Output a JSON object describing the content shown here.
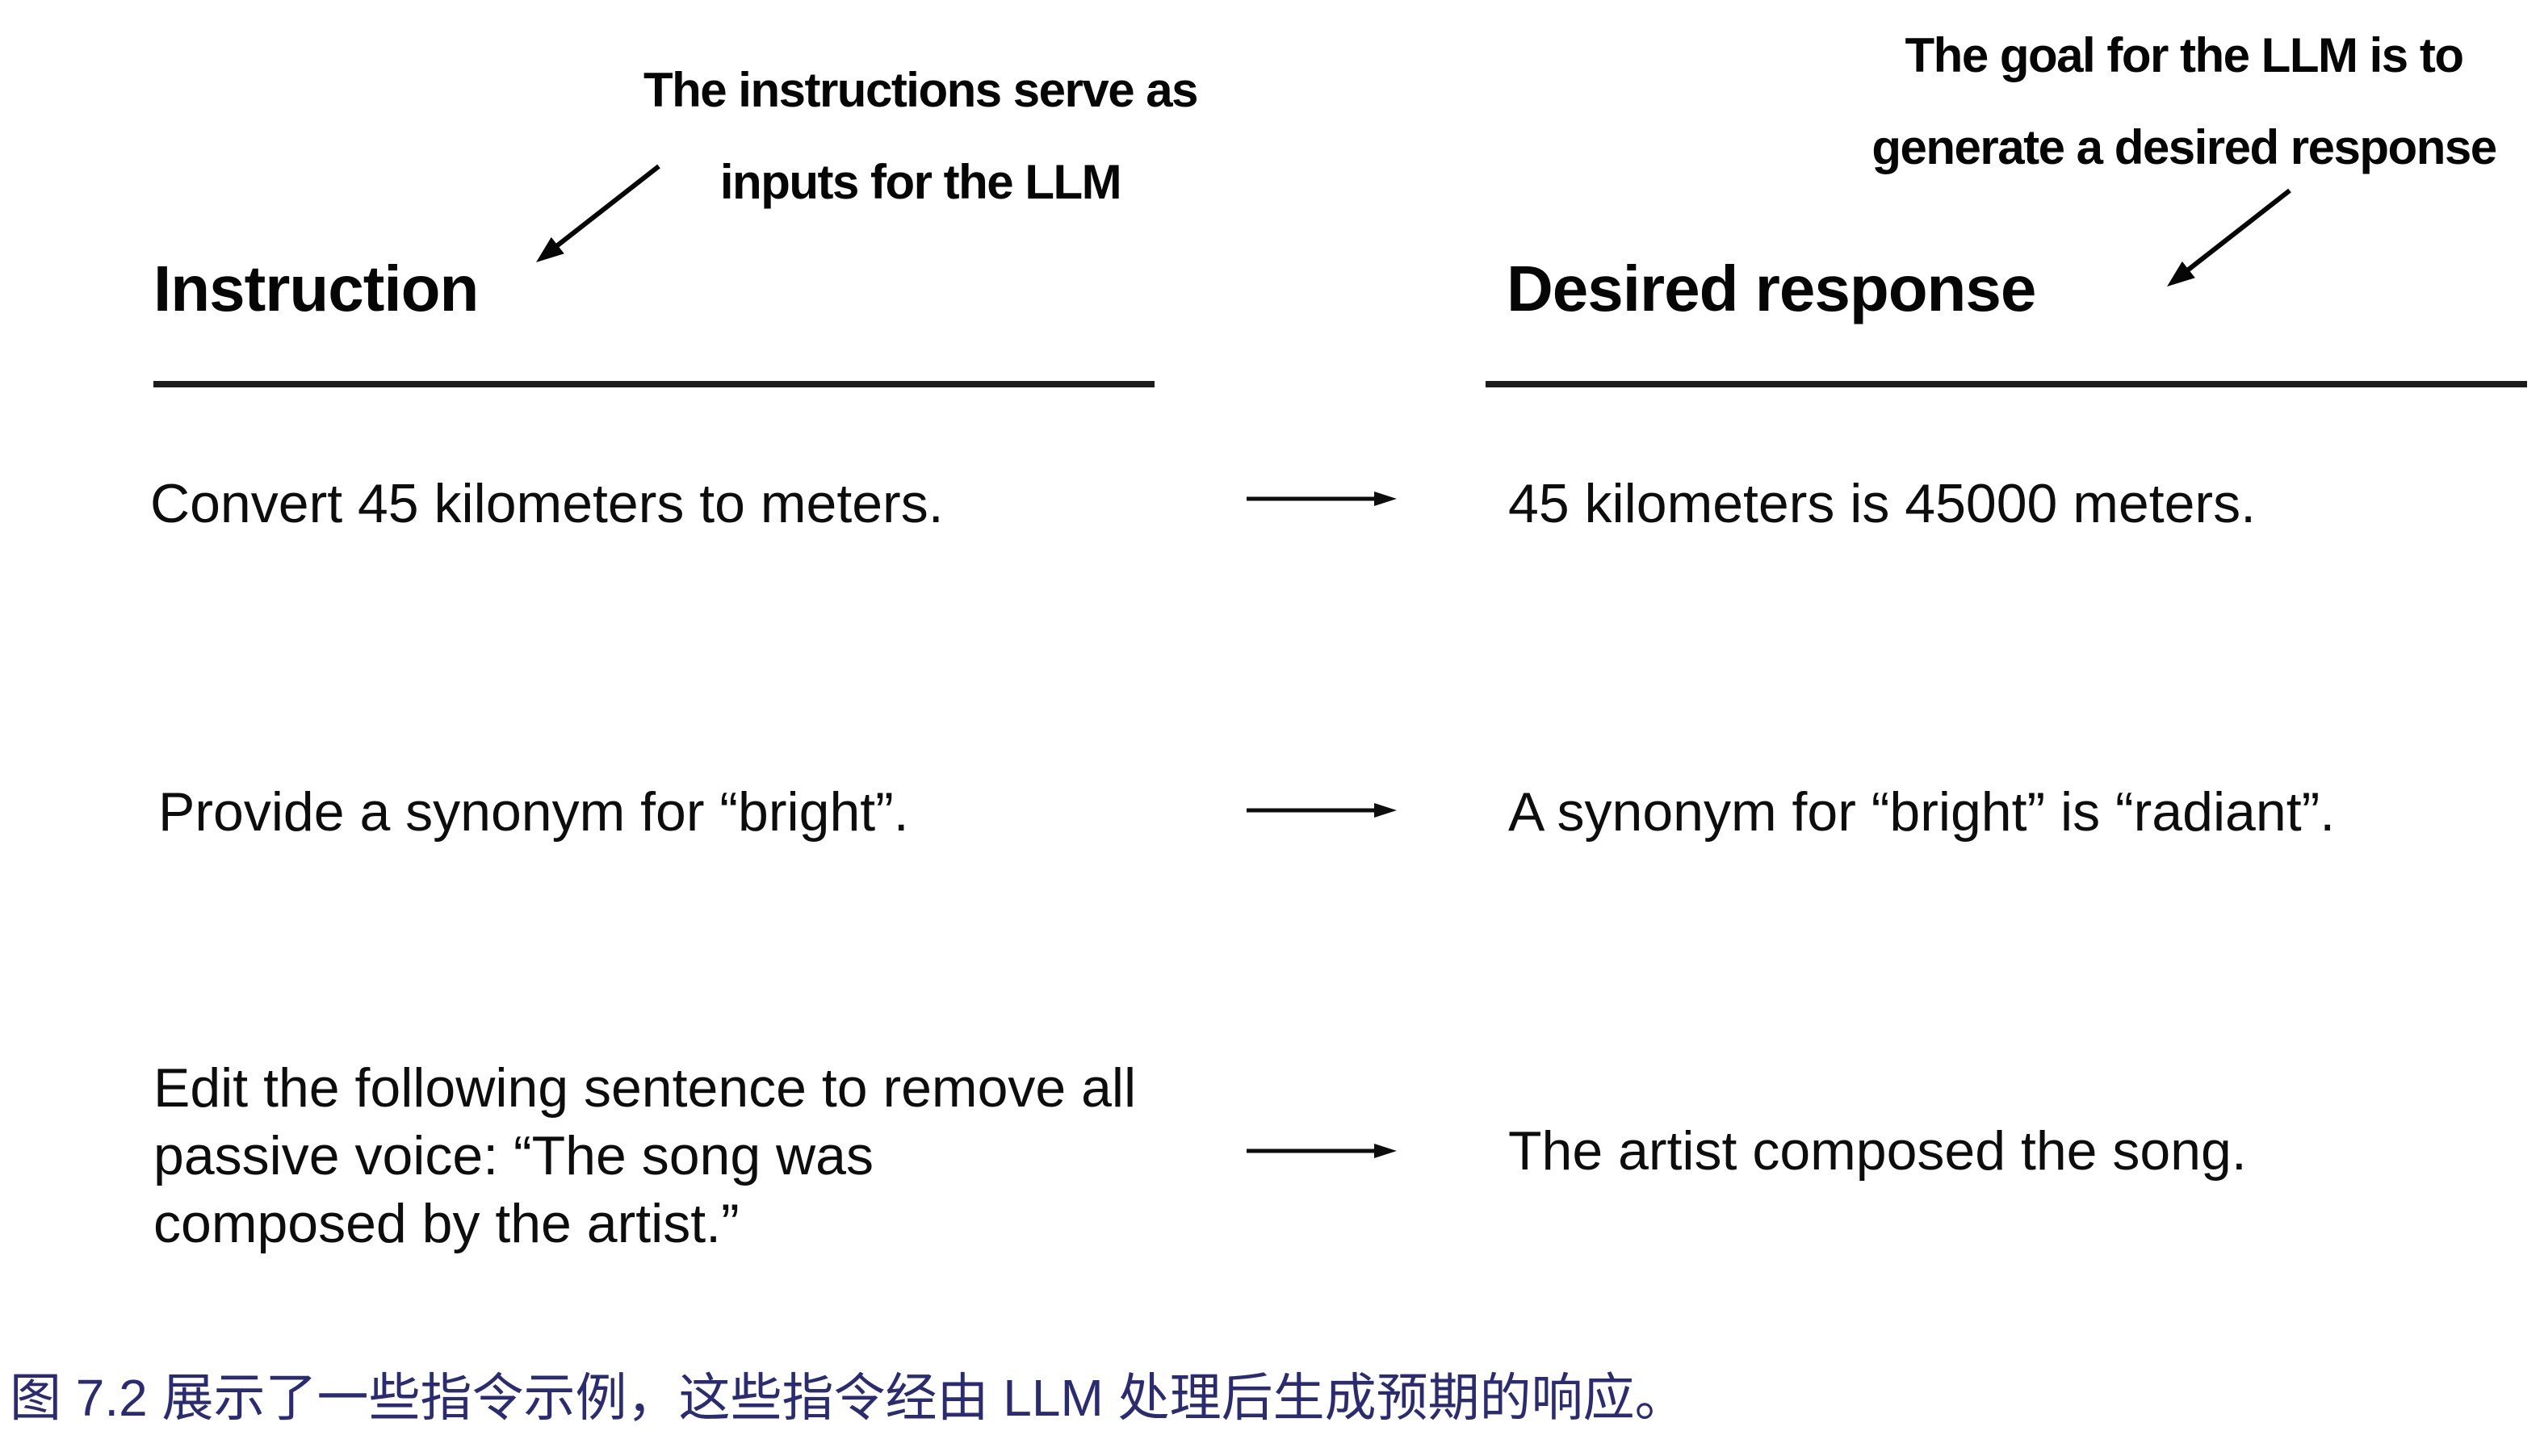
{
  "figure": {
    "left_annotation": {
      "line1": "The instructions serve as",
      "line2": "inputs for the LLM"
    },
    "right_annotation": {
      "line1": "The goal for the LLM is to",
      "line2": "generate a desired response"
    },
    "headers": {
      "instruction": "Instruction",
      "response": "Desired response"
    },
    "rows": [
      {
        "instruction": "Convert 45 kilometers to meters.",
        "response": "45 kilometers is 45000 meters."
      },
      {
        "instruction": "Provide a synonym for “bright”.",
        "response": "A synonym for “bright” is “radiant”."
      },
      {
        "instruction": "Edit the following sentence to remove all passive voice: “The song was composed by the artist.”",
        "response": "The artist composed the song."
      }
    ],
    "caption": "图 7.2 展示了一些指令示例，这些指令经由 LLM 处理后生成预期的响应。",
    "colors": {
      "text": "#0d0d0d",
      "rule": "#1c1c1c",
      "caption": "#2b2b72",
      "background": "#ffffff"
    }
  }
}
